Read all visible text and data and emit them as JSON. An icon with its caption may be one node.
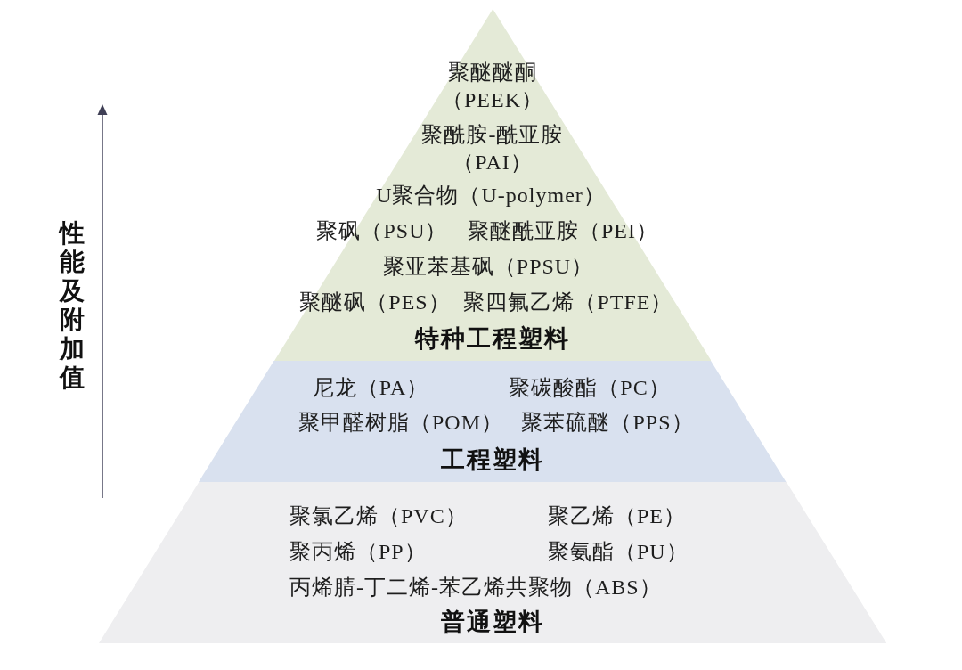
{
  "diagram": {
    "nodes": [
      {
        "text": [
          "聚醚醚酮（PEEK）",
          "聚酰胺-酰亚胺（PAI）",
          "U聚合物（U-polymer）",
          "聚砜（PSU）",
          "聚醚酰亚胺（PEI）",
          "聚亚苯基砜（PPSU）",
          "聚醚砜（PES）",
          "聚四氟乙烯（PTFE）",
          "特种工程塑料"
        ]
      },
      {
        "text": [
          "尼龙（PA）",
          "聚碳酸酯（PC）",
          "聚甲醛树脂（POM）",
          "聚苯硫醚（PPS）",
          "工程塑料"
        ]
      },
      {
        "text": [
          "聚氯乙烯（PVC）",
          "聚乙烯（PE）",
          "聚丙烯（PP）",
          "聚氨酯（PU）",
          "丙烯腈-丁二烯-苯乙烯共聚物（ABS）",
          "普通塑料"
        ]
      }
    ],
    "labels": [
      "性能及附加值"
    ]
  }
}
